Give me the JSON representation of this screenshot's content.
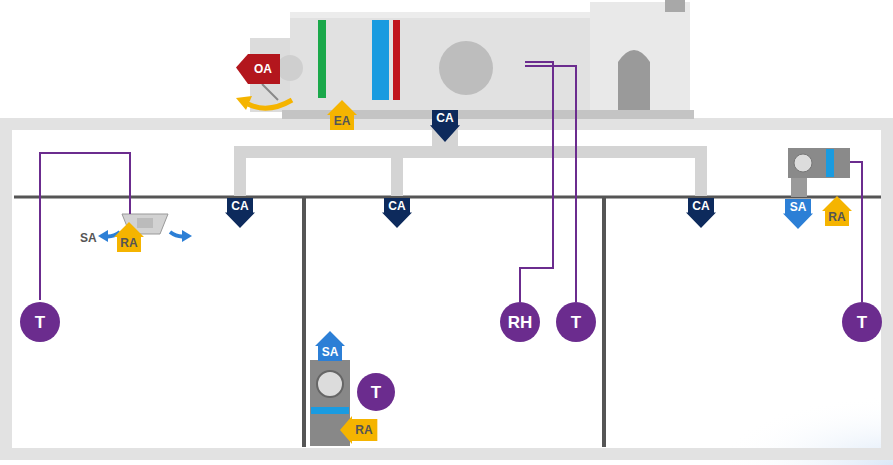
{
  "diagram": {
    "nodes": [
      {
        "text": [
          "OA"
        ]
      },
      {
        "text": [
          "EA"
        ]
      },
      {
        "text": [
          "CA"
        ]
      },
      {
        "text": [
          "CA"
        ]
      },
      {
        "text": [
          "CA"
        ]
      },
      {
        "text": [
          "CA"
        ]
      },
      {
        "text": [
          "SA"
        ]
      },
      {
        "text": [
          "RA"
        ]
      },
      {
        "text": [
          "RA"
        ]
      },
      {
        "text": [
          "T"
        ]
      },
      {
        "text": [
          "RH"
        ]
      },
      {
        "text": [
          "T"
        ]
      },
      {
        "text": [
          "T"
        ]
      },
      {
        "text": [
          "SA"
        ]
      },
      {
        "text": [
          "T"
        ]
      },
      {
        "text": [
          "RA"
        ]
      }
    ],
    "labels": [
      "SA"
    ]
  }
}
